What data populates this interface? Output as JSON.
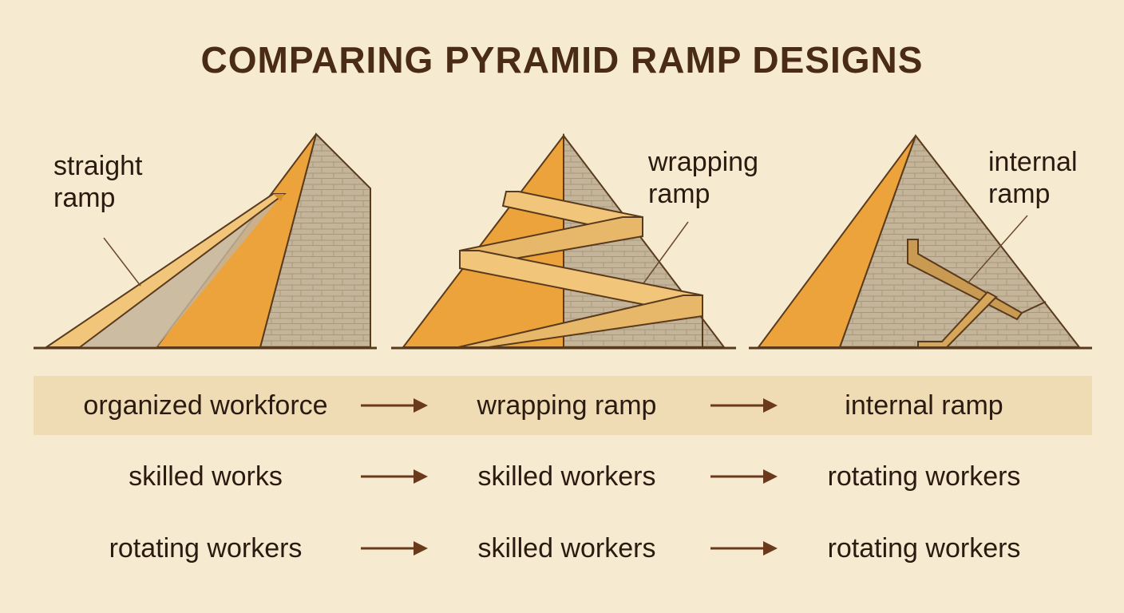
{
  "title": "COMPARING PYRAMID RAMP DESIGNS",
  "pyramid_labels": {
    "straight": [
      "straight",
      "ramp"
    ],
    "wrapping": [
      "wrapping",
      "ramp"
    ],
    "internal": [
      "internal",
      "ramp"
    ]
  },
  "table": {
    "rows": [
      {
        "cells": [
          "organized workforce",
          "wrapping ramp",
          "internal ramp"
        ],
        "highlighted": true
      },
      {
        "cells": [
          "skilled works",
          "skilled workers",
          "rotating workers"
        ],
        "highlighted": false
      },
      {
        "cells": [
          "rotating workers",
          "skilled workers",
          "rotating workers"
        ],
        "highlighted": false
      }
    ],
    "arrow_icon": "right-arrow-icon"
  },
  "colors": {
    "background": "#f6ead1",
    "title": "#4a2b16",
    "ramp_orange": "#eda33b",
    "ramp_light": "#f1c57a",
    "stone": "#c3b49a",
    "outline": "#5a3a1c",
    "highlight_band": "#efdbb4",
    "arrow": "#6b3a1c"
  }
}
